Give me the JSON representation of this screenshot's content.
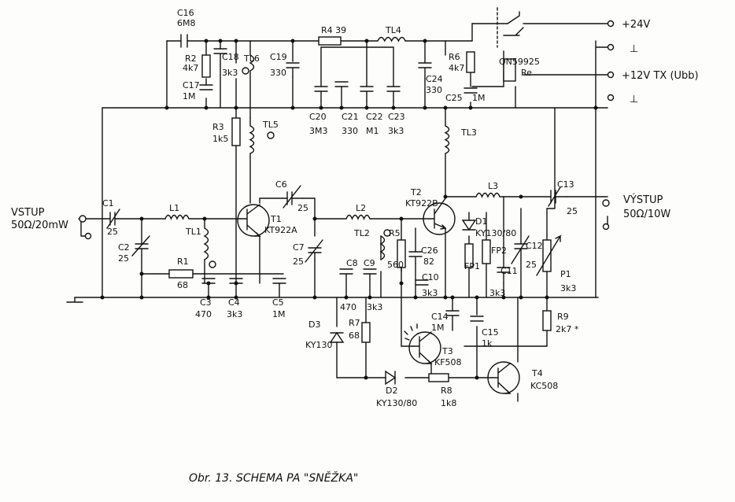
{
  "caption": "Obr. 13. SCHEMA PA \"SNĚŽKA\"",
  "terminals": {
    "p24": "+24V",
    "gnd1": "⊥",
    "p12": "+12V TX (Ubb)",
    "gnd2": "⊥",
    "in_label": "VSTUP",
    "in_spec": "50Ω/20mW",
    "out_label": "VÝSTUP",
    "out_spec": "50Ω/10W"
  },
  "relay": {
    "name": "QN59925",
    "coil": "Re"
  },
  "components": {
    "C16": "C16",
    "C16v": "6M8",
    "R2": "R2",
    "R2v": "4k7",
    "C18": "C18",
    "C18v": "3k3",
    "TL6": "TL6",
    "C17": "C17",
    "C17v": "1M",
    "R4": "R4 39",
    "TL4": "TL4",
    "C19": "C19",
    "C19v": "330",
    "C20": "C20",
    "C20v": "3M3",
    "C21": "C21",
    "C21v": "330",
    "C22": "C22",
    "C22v": "M1",
    "C23": "C23",
    "C23v": "3k3",
    "C24": "C24",
    "C24v": "330",
    "R6": "R6",
    "R6v": "4k7",
    "C25": "C25",
    "C25v": "1M",
    "R3": "R3",
    "R3v": "1k5",
    "TL5": "TL5",
    "TL3": "TL3",
    "C6": "C6",
    "C6v": "25",
    "T2": "T2",
    "T2v": "KT922B",
    "C13": "C13",
    "C13v": "25",
    "L3": "L3",
    "C1": "C1",
    "C1v": "25",
    "L1": "L1",
    "T1": "T1",
    "T1v": "KT922A",
    "L2": "L2",
    "D1": "D1",
    "D1v": "KY130/80",
    "C2": "C2",
    "C2v": "25",
    "TL1": "TL1",
    "TL2": "TL2",
    "R5": "R5",
    "R5v": "560",
    "C26": "C26",
    "C26v": "82",
    "FP1": "FP1",
    "FP2": "FP2",
    "C12": "C12",
    "C12v": "25",
    "P1": "P1",
    "P1v": "3k3",
    "R1": "R1",
    "R1v": "68",
    "C7": "C7",
    "C7v": "25",
    "C8": "C8",
    "C9": "C9",
    "C10": "C10",
    "C10v": "3k3",
    "C11": "C11",
    "C11v": "3k3",
    "C3": "C3",
    "C3v": "470",
    "C4": "C4",
    "C4v": "3k3",
    "C5": "C5",
    "C5v": "1M",
    "C8v": "470",
    "C9v": "3k3",
    "C14": "C14",
    "C14v": "1M",
    "C15": "C15",
    "C15v": "1k",
    "R9": "R9",
    "R9v": "2k7 *",
    "D3": "D3",
    "D3v": "KY130",
    "R7": "R7",
    "R7v": "68",
    "T3": "T3",
    "T3v": "KF508",
    "T4": "T4",
    "T4v": "KC508",
    "D2": "D2",
    "D2v": "KY130/80",
    "R8": "R8",
    "R8v": "1k8"
  }
}
